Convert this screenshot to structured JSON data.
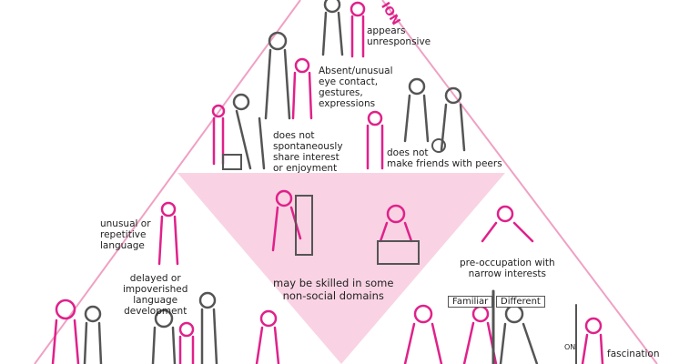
{
  "heading_fragment": "ION",
  "labels": {
    "appears_unresponsive": "appears\nunresponsive",
    "eye_contact": "Absent/unusual\neye contact,\ngestures,\nexpressions",
    "share_interest": "does not\nspontaneously\nshare interest\nor enjoyment",
    "friends": "does not\nmake friends with peers",
    "repetitive_language": "unusual or\nrepetitive\nlanguage",
    "delayed_language": "delayed or\nimpoverished\nlanguage\ndevelopment",
    "skilled": "may be skilled in some\nnon-social domains",
    "narrow_interests": "pre-occupation with\nnarrow interests",
    "fascination": "fascination"
  },
  "signs": {
    "familiar": "Familiar",
    "different": "Different",
    "on": "ON"
  },
  "colors": {
    "accent": "#e0218a",
    "line": "#f0a0c4",
    "fill": "#f9d3e3",
    "figure": "#555555"
  }
}
